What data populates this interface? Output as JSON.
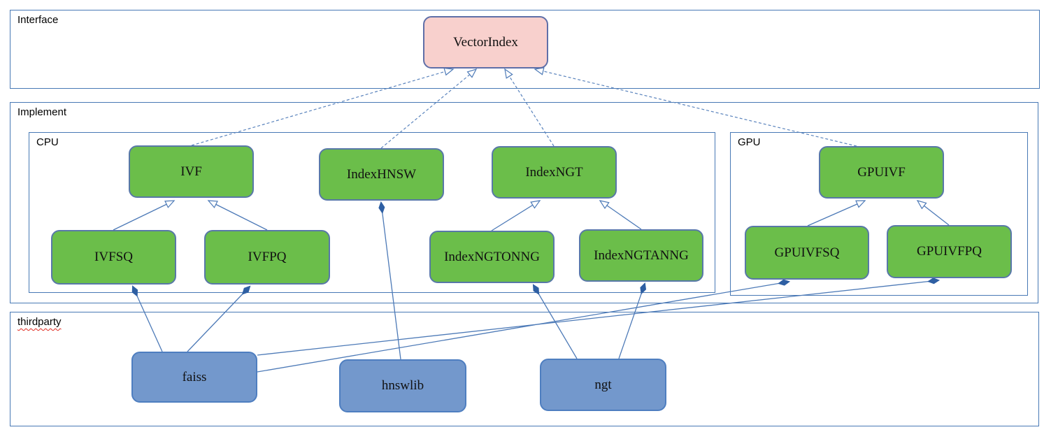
{
  "diagram": {
    "title_hint": "VectorIndex implementation architecture diagram",
    "sections": {
      "interface": {
        "label": "Interface"
      },
      "implement": {
        "label": "Implement"
      },
      "cpu": {
        "label": "CPU"
      },
      "gpu": {
        "label": "GPU"
      },
      "thirdparty": {
        "label": "thirdparty",
        "spellcheck_underline": true
      }
    },
    "nodes": {
      "vectorindex": {
        "label": "VectorIndex",
        "kind": "interface",
        "section": "interface"
      },
      "ivf": {
        "label": "IVF",
        "kind": "class",
        "section": "cpu"
      },
      "indexhnsw": {
        "label": "IndexHNSW",
        "kind": "class",
        "section": "cpu"
      },
      "indexngt": {
        "label": "IndexNGT",
        "kind": "class",
        "section": "cpu"
      },
      "ivfsq": {
        "label": "IVFSQ",
        "kind": "class",
        "section": "cpu"
      },
      "ivfpq": {
        "label": "IVFPQ",
        "kind": "class",
        "section": "cpu"
      },
      "indexngtonng": {
        "label": "IndexNGTONNG",
        "kind": "class",
        "section": "cpu"
      },
      "indexngtanng": {
        "label": "IndexNGTANNG",
        "kind": "class",
        "section": "cpu"
      },
      "gpuivf": {
        "label": "GPUIVF",
        "kind": "class",
        "section": "gpu"
      },
      "gpuivfsq": {
        "label": "GPUIVFSQ",
        "kind": "class",
        "section": "gpu"
      },
      "gpuivfpq": {
        "label": "GPUIVFPQ",
        "kind": "class",
        "section": "gpu"
      },
      "faiss": {
        "label": "faiss",
        "kind": "library",
        "section": "thirdparty"
      },
      "hnswlib": {
        "label": "hnswlib",
        "kind": "library",
        "section": "thirdparty"
      },
      "ngt": {
        "label": "ngt",
        "kind": "library",
        "section": "thirdparty"
      }
    },
    "edges": [
      {
        "from": "IVF",
        "to": "VectorIndex",
        "type": "realization"
      },
      {
        "from": "IndexHNSW",
        "to": "VectorIndex",
        "type": "realization"
      },
      {
        "from": "IndexNGT",
        "to": "VectorIndex",
        "type": "realization"
      },
      {
        "from": "GPUIVF",
        "to": "VectorIndex",
        "type": "realization"
      },
      {
        "from": "IVFSQ",
        "to": "IVF",
        "type": "inheritance"
      },
      {
        "from": "IVFPQ",
        "to": "IVF",
        "type": "inheritance"
      },
      {
        "from": "IndexNGTONNG",
        "to": "IndexNGT",
        "type": "inheritance"
      },
      {
        "from": "IndexNGTANNG",
        "to": "IndexNGT",
        "type": "inheritance"
      },
      {
        "from": "GPUIVFSQ",
        "to": "GPUIVF",
        "type": "inheritance"
      },
      {
        "from": "GPUIVFPQ",
        "to": "GPUIVF",
        "type": "inheritance"
      },
      {
        "from": "faiss",
        "to": "IVFSQ",
        "type": "composition"
      },
      {
        "from": "faiss",
        "to": "IVFPQ",
        "type": "composition"
      },
      {
        "from": "faiss",
        "to": "GPUIVFSQ",
        "type": "composition"
      },
      {
        "from": "faiss",
        "to": "GPUIVFPQ",
        "type": "composition"
      },
      {
        "from": "hnswlib",
        "to": "IndexHNSW",
        "type": "composition"
      },
      {
        "from": "ngt",
        "to": "IndexNGTONNG",
        "type": "composition"
      },
      {
        "from": "ngt",
        "to": "IndexNGTANNG",
        "type": "composition"
      }
    ],
    "colors": {
      "node_green": "#6bbe4a",
      "node_pink": "#f8d0cd",
      "node_blue": "#7398cc",
      "frame_blue": "#4879b5",
      "line_blue": "#4d7ab7",
      "diamond_blue": "#2e5fa3",
      "squiggle_red": "#e02b20"
    }
  }
}
